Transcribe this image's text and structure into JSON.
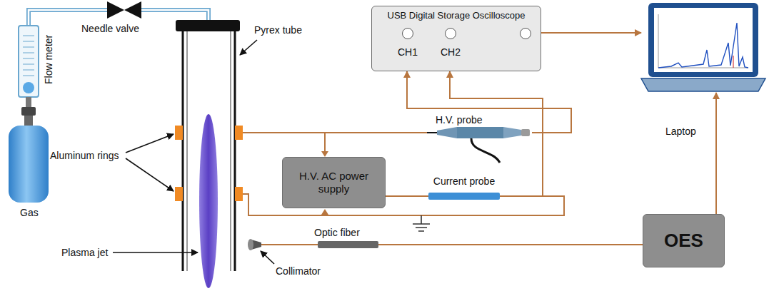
{
  "diagram": {
    "nodes": [
      {
        "text": [
          "USB Digital Storage Oscilloscope",
          "CH1",
          "CH2"
        ]
      },
      {
        "text": [
          "Laptop"
        ]
      },
      {
        "text": [
          "H.V. AC power supply"
        ]
      },
      {
        "text": [
          "H.V. probe"
        ]
      },
      {
        "text": [
          "Current probe"
        ]
      },
      {
        "text": [
          "OES"
        ]
      }
    ],
    "edges": [
      {
        "from": 0,
        "to": 1,
        "arrow": "to"
      },
      {
        "from": 5,
        "to": 1,
        "arrow": "to"
      },
      {
        "from": 3,
        "to": 0,
        "arrow": "to"
      },
      {
        "from": 4,
        "to": 0,
        "arrow": "to"
      }
    ],
    "labels": [
      "Needle valve",
      "Flow meter",
      "Pyrex tube",
      "Aluminum rings",
      "Gas",
      "Plasma jet",
      "Optic fiber",
      "Collimator"
    ]
  }
}
